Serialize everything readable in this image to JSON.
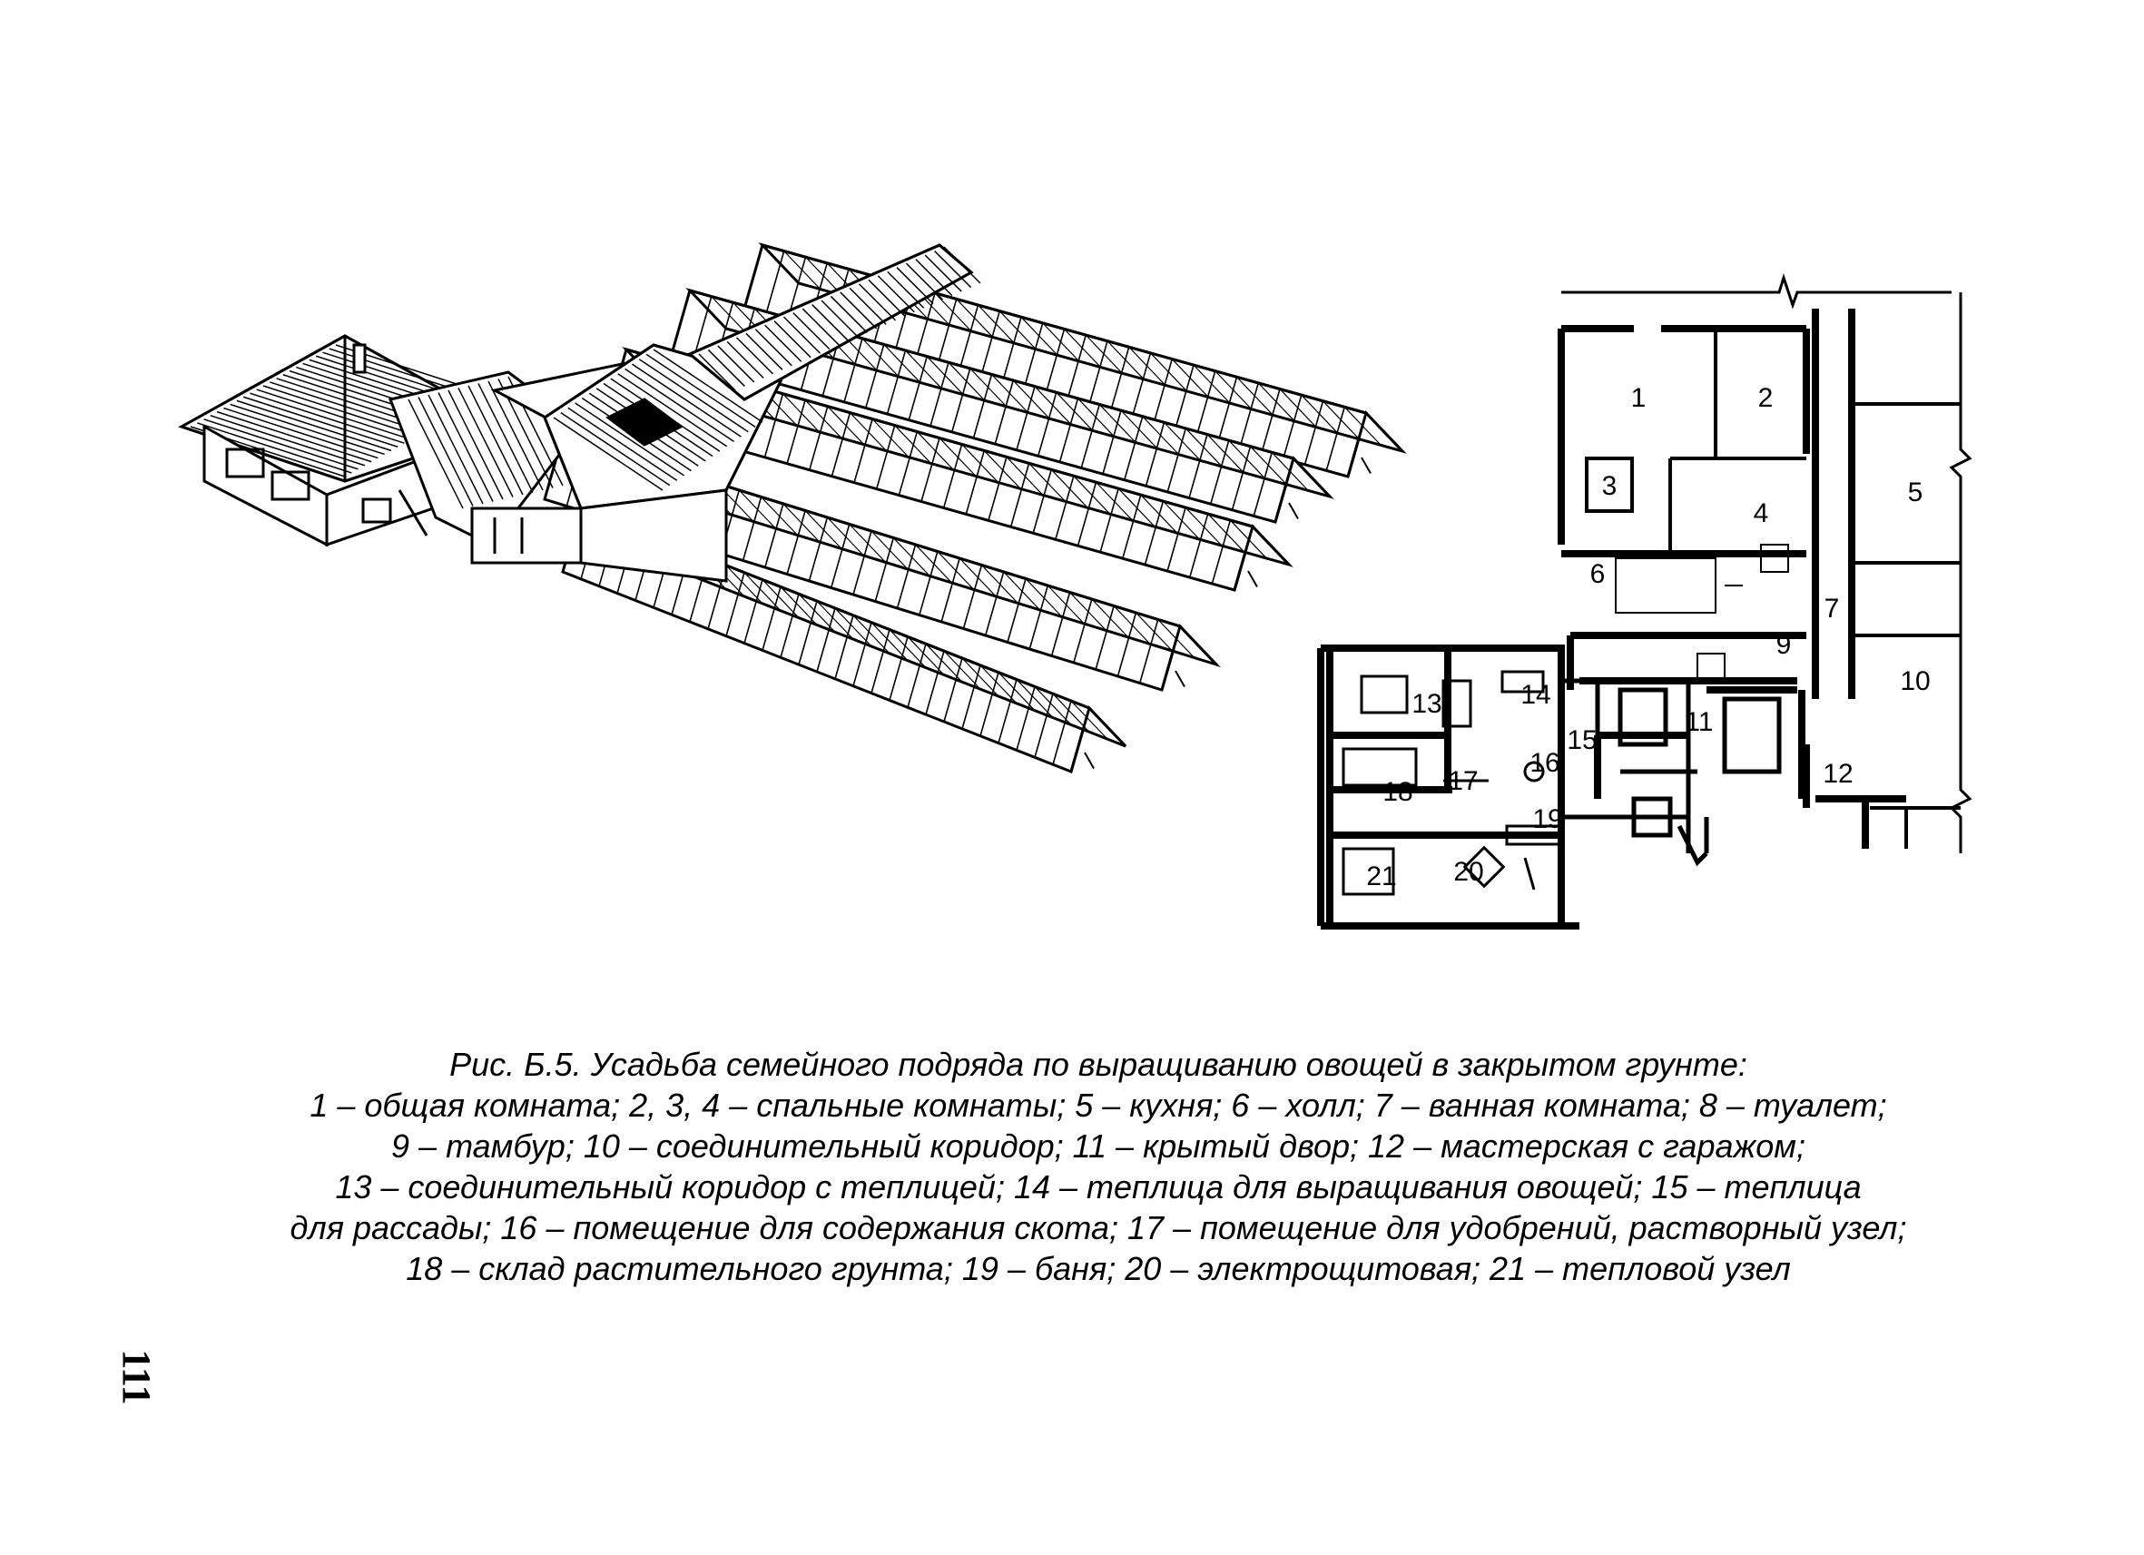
{
  "plan": {
    "labels": [
      {
        "id": "1",
        "text": "1"
      },
      {
        "id": "2",
        "text": "2"
      },
      {
        "id": "3",
        "text": "3"
      },
      {
        "id": "4",
        "text": "4"
      },
      {
        "id": "5",
        "text": "5"
      },
      {
        "id": "6",
        "text": "6"
      },
      {
        "id": "7",
        "text": "7"
      },
      {
        "id": "9",
        "text": "9"
      },
      {
        "id": "10",
        "text": "10"
      },
      {
        "id": "11",
        "text": "11"
      },
      {
        "id": "12",
        "text": "12"
      },
      {
        "id": "13",
        "text": "13"
      },
      {
        "id": "14",
        "text": "14"
      },
      {
        "id": "15",
        "text": "15"
      },
      {
        "id": "16",
        "text": "16"
      },
      {
        "id": "17",
        "text": "17"
      },
      {
        "id": "18",
        "text": "18"
      },
      {
        "id": "19",
        "text": "19"
      },
      {
        "id": "20",
        "text": "20"
      },
      {
        "id": "21",
        "text": "21"
      }
    ]
  },
  "caption": {
    "lines": [
      "Рис. Б.5. Усадьба семейного подряда по выращиванию овощей в закрытом грунте:",
      "1 – общая комната; 2, 3, 4 – спальные комнаты; 5 – кухня; 6 – холл; 7 – ванная комната; 8 – туалет;",
      "9 – тамбур; 10 – соединительный коридор; 11 – крытый двор; 12 – мастерская с гаражом;",
      "13 – соединительный коридор с теплицей; 14 – теплица для выращивания овощей; 15 – теплица",
      "для рассады; 16 – помещение для содержания скота; 17 – помещение для удобрений, растворный узел;",
      "18 – склад растительного грунта; 19 – баня; 20 – электрощитовая; 21 – тепловой узел"
    ]
  },
  "page_number": "111"
}
